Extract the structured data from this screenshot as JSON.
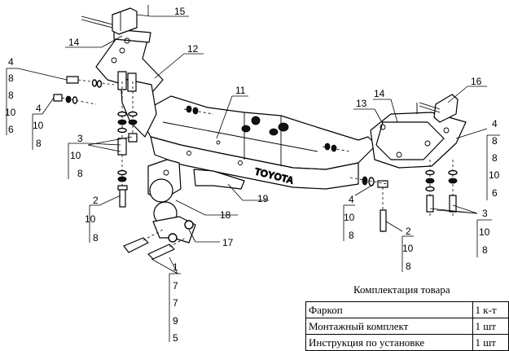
{
  "callouts": {
    "c15": "15",
    "c14a": "14",
    "c12": "12",
    "c11": "11",
    "c13": "13",
    "c14b": "14",
    "c16": "16",
    "c19": "19",
    "c18": "18",
    "c17": "17",
    "left_stack_a": [
      "4",
      "8",
      "8",
      "10",
      "6"
    ],
    "left_stack_b": [
      "4",
      "10",
      "8"
    ],
    "left_stack_c": [
      "3",
      "10",
      "8"
    ],
    "left_stack_d": [
      "2",
      "10",
      "8"
    ],
    "bottom_stack": [
      "1",
      "7",
      "7",
      "9",
      "5"
    ],
    "right_stack_a": [
      "4",
      "8",
      "8",
      "10",
      "6"
    ],
    "right_stack_b": [
      "4",
      "10",
      "8"
    ],
    "right_stack_c": [
      "3",
      "10",
      "8"
    ],
    "right_stack_d": [
      "2",
      "10",
      "8"
    ]
  },
  "brand_text": "TOYOTA",
  "kit_table": {
    "title": "Комплектация товара",
    "rows": [
      {
        "name": "Фаркоп",
        "qty": "1 к-т"
      },
      {
        "name": "Монтажный комплект",
        "qty": "1 шт"
      },
      {
        "name": "Инструкция по установке",
        "qty": "1 шт"
      }
    ]
  }
}
